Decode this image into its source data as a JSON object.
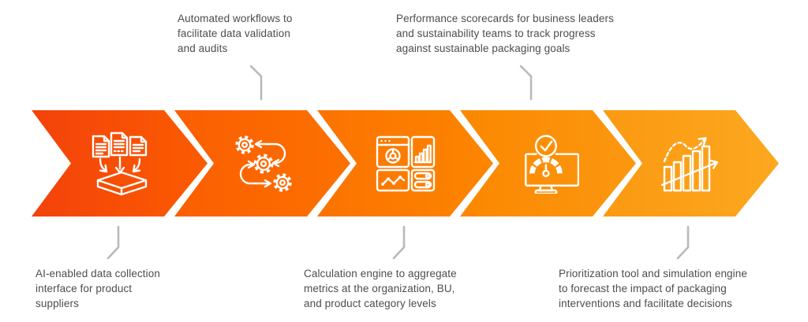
{
  "diagram": {
    "type": "horizontal-chevron-process-flow",
    "step_count": 5
  },
  "colors": {
    "background": "#ffffff",
    "connector_line": "#b9b9b9",
    "caption_text": "#4d4d4d",
    "icon_stroke": "#ffffff"
  },
  "steps": [
    {
      "name": "ai-data-collection",
      "icon": "documents-into-tray-icon",
      "gradient": {
        "from": "#f4420b",
        "to": "#fb5c00"
      },
      "caption": {
        "position": "bottom",
        "text": "AI-enabled data collection interface for product suppliers",
        "lines": [
          "AI-enabled data collection",
          "interface for product",
          "suppliers"
        ]
      }
    },
    {
      "name": "automated-workflows",
      "icon": "gears-workflow-icon",
      "gradient": {
        "from": "#fb5e01",
        "to": "#fc7100"
      },
      "caption": {
        "position": "top",
        "text": "Automated workflows to facilitate data validation and audits",
        "lines": [
          "Automated workflows to",
          "facilitate data validation",
          "and audits"
        ]
      }
    },
    {
      "name": "calculation-engine",
      "icon": "dashboard-charts-icon",
      "gradient": {
        "from": "#fc7200",
        "to": "#fc8600"
      },
      "caption": {
        "position": "bottom",
        "text": "Calculation engine to aggregate metrics at the organization, BU, and product category levels",
        "lines": [
          "Calculation engine to aggregate",
          "metrics at the organization, BU,",
          "and product category levels"
        ]
      }
    },
    {
      "name": "performance-scorecards",
      "icon": "gauge-checkmark-monitor-icon",
      "gradient": {
        "from": "#fc8700",
        "to": "#fb9810"
      },
      "caption": {
        "position": "top",
        "text": "Performance scorecards for business leaders and sustainability teams to track progress against sustainable packaging goals",
        "lines": [
          "Performance scorecards for business leaders",
          "and sustainability teams to track progress",
          "against sustainable packaging goals"
        ]
      }
    },
    {
      "name": "prioritization-simulation",
      "icon": "growth-chart-forecast-icon",
      "gradient": {
        "from": "#fb9912",
        "to": "#fca81f"
      },
      "caption": {
        "position": "bottom",
        "text": "Prioritization tool and simulation engine to forecast the impact of packaging interventions and facilitate decisions",
        "lines": [
          "Prioritization tool and simulation engine",
          "to forecast the impact of packaging",
          "interventions and facilitate decisions"
        ]
      }
    }
  ]
}
